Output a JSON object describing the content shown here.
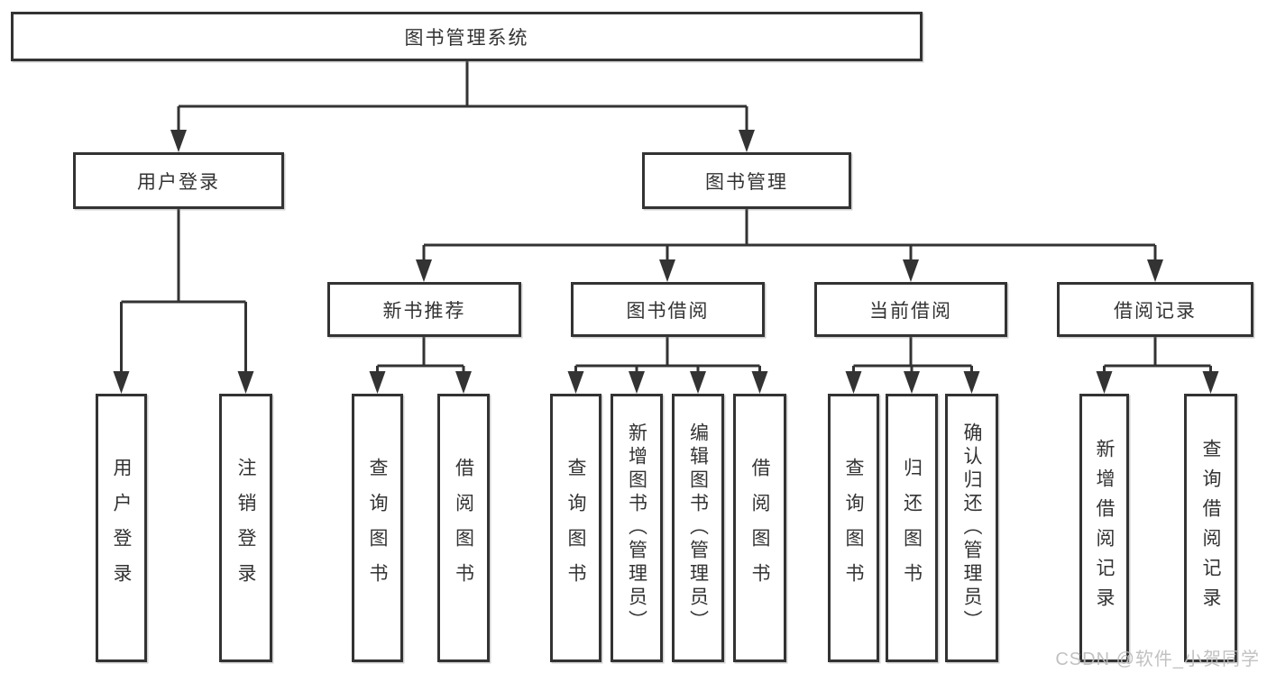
{
  "watermark": "CSDN @软件_小贺同学",
  "colors": {
    "line": "#333333",
    "box_border": "#333333",
    "text": "#333333",
    "watermark": "#bcbcbc"
  },
  "tree": {
    "root": "图书管理系统",
    "children": [
      {
        "label": "用户登录",
        "children": [
          "用户登录",
          "注销登录"
        ]
      },
      {
        "label": "图书管理",
        "children": [
          {
            "label": "新书推荐",
            "children": [
              "查询图书",
              "借阅图书"
            ]
          },
          {
            "label": "图书借阅",
            "children": [
              "查询图书",
              "新增图书（管理员）",
              "编辑图书（管理员）",
              "借阅图书"
            ]
          },
          {
            "label": "当前借阅",
            "children": [
              "查询图书",
              "归还图书",
              "确认归还（管理员）"
            ]
          },
          {
            "label": "借阅记录",
            "children": [
              "新增借阅记录",
              "查询借阅记录"
            ]
          }
        ]
      }
    ]
  }
}
